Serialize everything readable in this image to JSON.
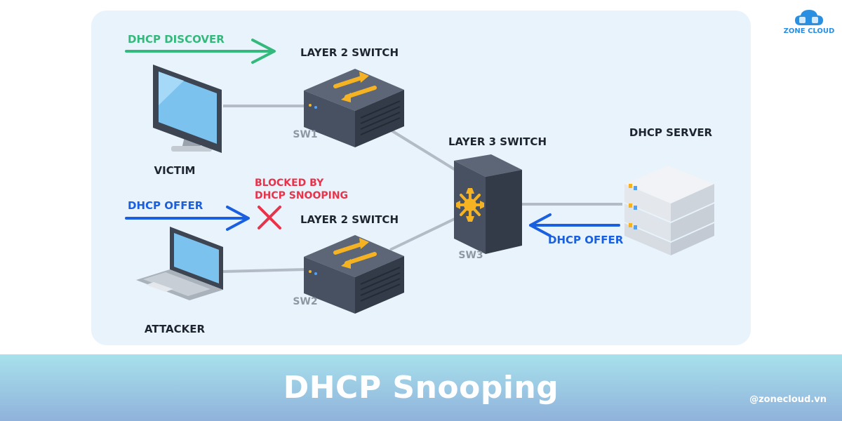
{
  "diagram": {
    "labels": {
      "dhcp_discover": "DHCP DISCOVER",
      "dhcp_offer_left": "DHCP OFFER",
      "dhcp_offer_right": "DHCP OFFER",
      "blocked_line1": "BLOCKED BY",
      "blocked_line2": "DHCP SNOOPING",
      "layer2_switch_top": "LAYER 2 SWITCH",
      "layer2_switch_bottom": "LAYER 2 SWITCH",
      "layer3_switch": "LAYER 3 SWITCH",
      "dhcp_server": "DHCP SERVER",
      "sw1": "SW1",
      "sw2": "SW2",
      "sw3": "SW3",
      "victim": "VICTIM",
      "attacker": "ATTACKER"
    },
    "icons": [
      "monitor-icon",
      "laptop-icon",
      "layer2-switch-icon",
      "layer3-switch-icon",
      "server-icon",
      "blocked-x-icon"
    ],
    "colors": {
      "discover_green": "#34b97d",
      "offer_blue": "#1a5fe0",
      "blocked_red": "#e8334a",
      "switch_arrows": "#f5b324"
    }
  },
  "footer": {
    "title": "DHCP Snooping",
    "handle": "@zonecloud.vn"
  },
  "brand": {
    "logo_text": "ZONE CLOUD"
  }
}
